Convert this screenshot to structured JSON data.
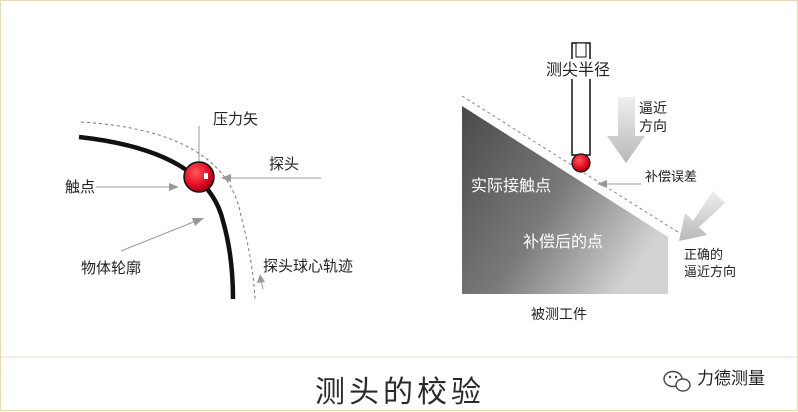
{
  "labels": {
    "pressure_vector": "压力矢",
    "probe": "探头",
    "contact_point": "触点",
    "object_contour": "物体轮廓",
    "probe_center_trace": "探头球心轨迹",
    "probe_radius": "测尖半径",
    "approach_dir_1": "逼近",
    "approach_dir_2": "方向",
    "compensation_error": "补偿误差",
    "actual_contact": "实际接触点",
    "compensated_point": "补偿后的点",
    "correct_approach_1": "正确的",
    "correct_approach_2": "逼近方向",
    "workpiece": "被测工件"
  },
  "caption": "测头的校验",
  "logo": {
    "text": "力德测量",
    "icon": "wechat-bubble-icon"
  },
  "colors": {
    "ball_red": "#e8102a",
    "arrow_gray": "#c8c8c8",
    "workpiece_dark": "#4e4e4e",
    "workpiece_light": "#cfcfcf"
  }
}
